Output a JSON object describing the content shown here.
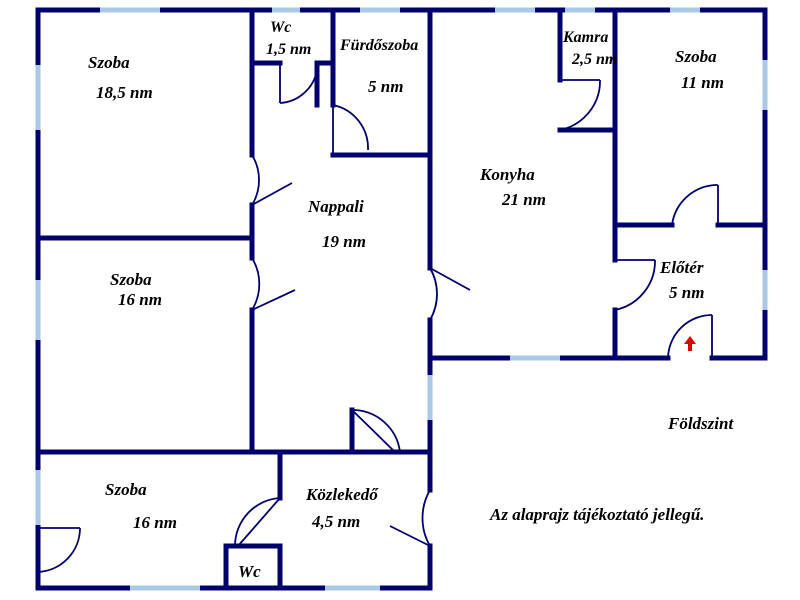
{
  "rooms": {
    "szoba_nw": {
      "name": "Szoba",
      "area": "18,5 nm"
    },
    "wc_top": {
      "name": "Wc",
      "area": "1,5 nm"
    },
    "furdoszoba": {
      "name": "Fürdőszoba",
      "area": "5 nm"
    },
    "kamra": {
      "name": "Kamra",
      "area": "2,5 nm"
    },
    "szoba_ne": {
      "name": "Szoba",
      "area": "11 nm"
    },
    "konyha": {
      "name": "Konyha",
      "area": "21 nm"
    },
    "nappali": {
      "name": "Nappali",
      "area": "19 nm"
    },
    "eloter": {
      "name": "Előtér",
      "area": "5 nm"
    },
    "szoba_w": {
      "name": "Szoba",
      "area": "16 nm"
    },
    "szoba_sw": {
      "name": "Szoba",
      "area": "16 nm"
    },
    "kozlekedo": {
      "name": "Közlekedő",
      "area": "4,5 nm"
    },
    "wc_bottom": {
      "name": "Wc"
    }
  },
  "level": "Földszint",
  "note": "Az alaprajz tájékoztató jellegű.",
  "colors": {
    "wall": "#00006f",
    "window": "#a9c8e6",
    "entrance_arrow": "#e00000"
  }
}
